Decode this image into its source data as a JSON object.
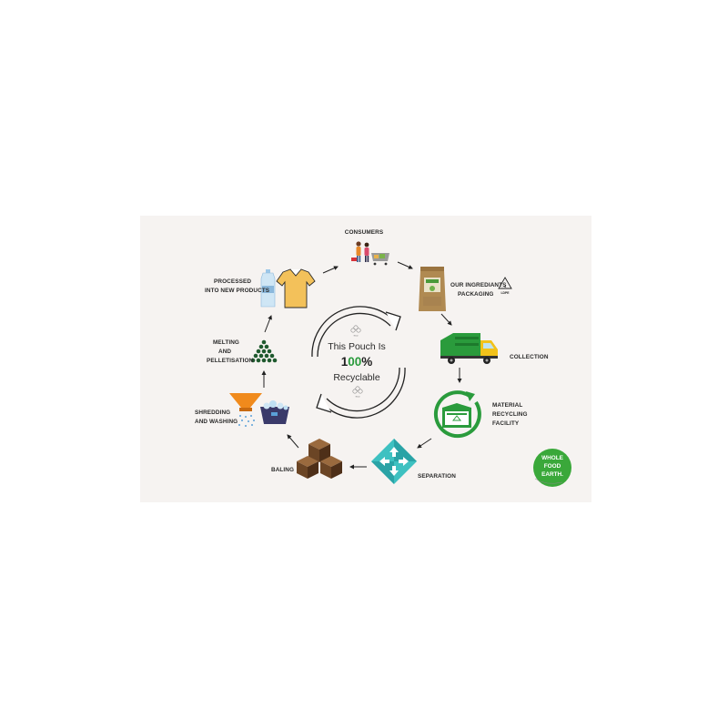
{
  "steps": {
    "consumers": "CONSUMERS",
    "packaging_line1": "OUR INGREDIANTS",
    "packaging_line2": "PACKAGING",
    "collection": "COLLECTION",
    "facility_line1": "MATERIAL",
    "facility_line2": "RECYCLING",
    "facility_line3": "FACILITY",
    "separation": "SEPARATION",
    "baling": "BALING",
    "shredding_line1": "SHREDDING",
    "shredding_line2": "AND WASHING",
    "melting_line1": "MELTING",
    "melting_line2": "AND",
    "melting_line3": "PELLETISATION",
    "processed_line1": "PROCESSED",
    "processed_line2": "INTO NEW PRODUCTS"
  },
  "center": {
    "line1": "This Pouch Is",
    "pct_prefix": "1",
    "pct_zeros": "00",
    "pct_suffix": "%",
    "line3": "Recyclable",
    "eco_mark": "eco"
  },
  "badge": {
    "ldpe": "LDPE"
  },
  "logo": {
    "line1": "WHOLE",
    "line2": "FOOD",
    "line3": "EARTH."
  },
  "colors": {
    "panel_bg": "#f6f3f1",
    "green": "#2a9b3c",
    "logo_green": "#3aa83a",
    "teal": "#3ec1c1",
    "brown": "#6b4525",
    "orange": "#f08a1c",
    "text": "#2a2a2a"
  },
  "icons": [
    "shoppers-icon",
    "pouch-icon",
    "recycle-triangle-icon",
    "garbage-truck-icon",
    "facility-icon",
    "separation-icon",
    "bales-icon",
    "shredder-icon",
    "washing-icon",
    "pellets-icon",
    "bottle-icon",
    "tshirt-icon",
    "recycle-arrows-icon",
    "eco-leaf-icon"
  ]
}
